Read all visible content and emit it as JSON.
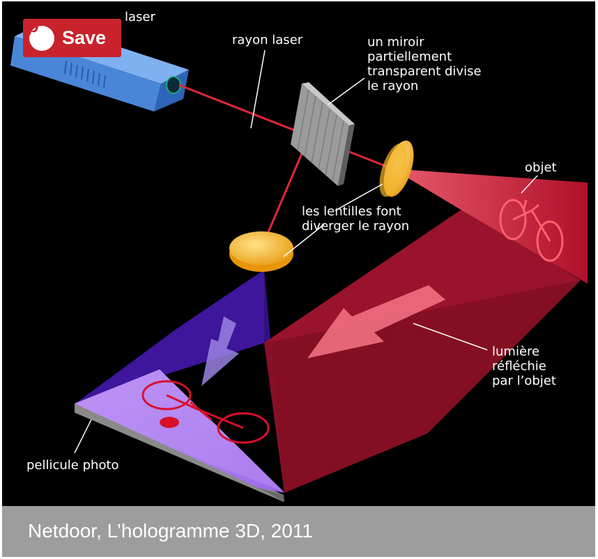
{
  "diagram": {
    "labels": {
      "laser": "laser",
      "beam": "rayon laser",
      "mirror": [
        "un miroir",
        "partiellement",
        "transparent divise",
        "le rayon"
      ],
      "object": "objet",
      "lenses": [
        "les lentilles font",
        "diverger le rayon"
      ],
      "reflected": [
        "lumière",
        "réfléchie",
        "par l’objet"
      ],
      "film": "pellicule photo"
    },
    "colors": {
      "background": "#000000",
      "laser_beam": "#e0283a",
      "object_light": "#a3102a",
      "reference_light": "#6a3ad6",
      "film": "#b98cf2",
      "laser_body": "#4a86d8"
    }
  },
  "save_button": {
    "label": "Save",
    "icon": "pinterest-icon",
    "color": "#c8232c"
  },
  "caption": {
    "text": "Netdoor, L’hologramme 3D, 2011",
    "background": "#9d9d9d"
  }
}
